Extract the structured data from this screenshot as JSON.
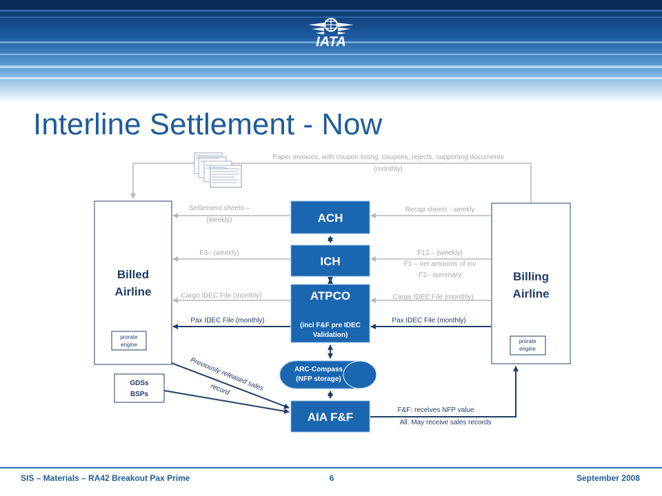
{
  "header": {
    "logo_text": "IATA"
  },
  "slide": {
    "title": "Interline Settlement - Now"
  },
  "boxes": {
    "ach": "ACH",
    "ich": "ICH",
    "atpco": "ATPCO",
    "atpco_sub_1": "(incl F&F pre IDEC",
    "atpco_sub_2": "Validation)",
    "arc_1": "ARC-Compass",
    "arc_2": "(NFP storage)",
    "aia": "AIA F&F",
    "billed_1": "Billed",
    "billed_2": "Airline",
    "billing_1": "Billing",
    "billing_2": "Airline",
    "prorate_1": "prorate",
    "prorate_2": "engine",
    "gds_1": "GDSs",
    "gds_2": "BSPs"
  },
  "labels": {
    "paper_1": "Paper invoices, with coupon listing, coupons, rejects, supporting documents",
    "paper_2": "(monthly)",
    "settlement_1": "Settlement sheets –",
    "settlement_2": "(weekly)",
    "recap": "Recap sheets - weekly",
    "f3": "F3– (weekly)",
    "f12": "F12 – (weekly)",
    "f1": "F1 – net amounts of inv",
    "f2": "F2 - summary",
    "cargo_left": "Cargo IDEC File (monthly)",
    "cargo_right": "Cargo IDEC File (monthly)",
    "pax_left": "Pax IDEC File (monthly)",
    "pax_right": "Pax IDEC File (monthly)",
    "prev_1": "Previously released sales",
    "prev_2": "record",
    "ff_1": "F&F: receives NFP value",
    "ff_2": "All: May receive sales records"
  },
  "footer": {
    "left": "SIS – Materials – RA42 Breakout Pax Prime",
    "page": "6",
    "date": "September 2008"
  },
  "colors": {
    "box_blue": "#1a66b0",
    "header_dark": "#0d3566",
    "title": "#1f5c9a"
  }
}
